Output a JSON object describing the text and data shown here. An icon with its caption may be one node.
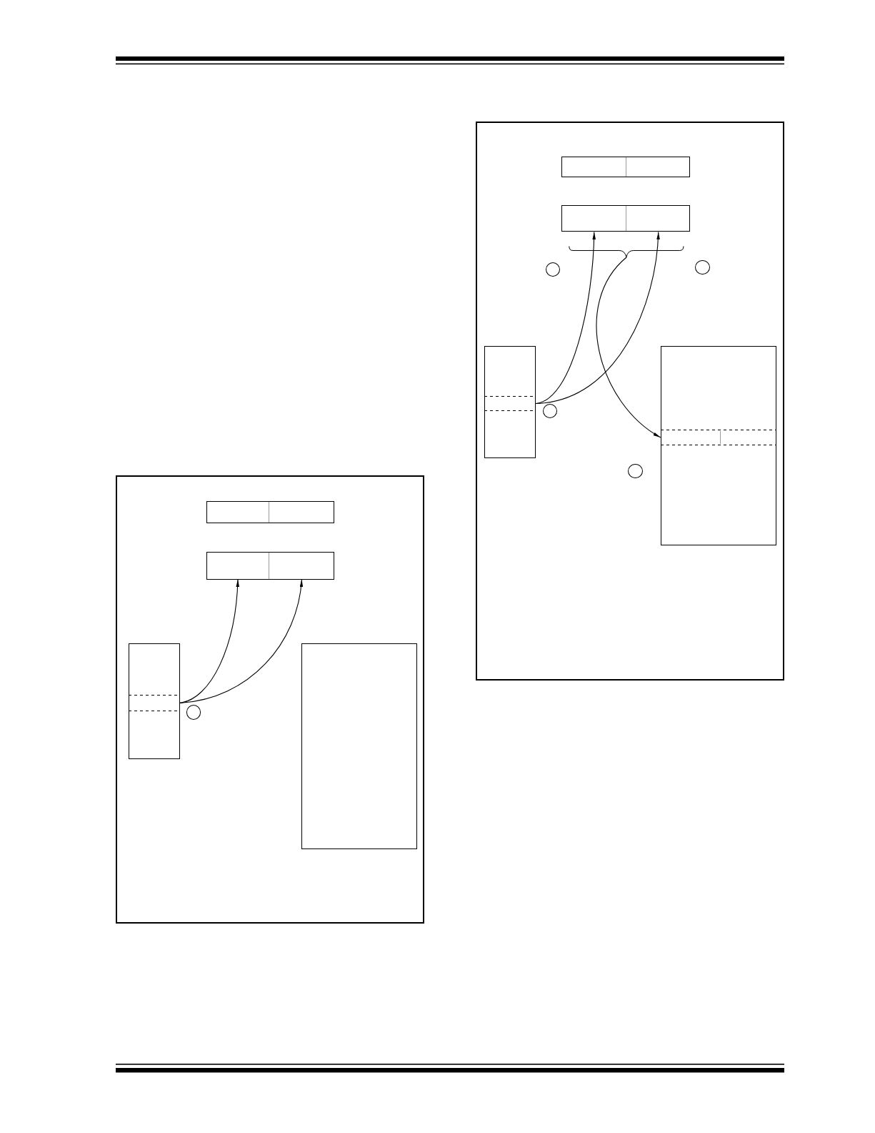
{
  "diagram": {
    "nodes": [
      {
        "text": [],
        "shape": "box"
      },
      {
        "text": [],
        "shape": "box",
        "in": 0
      },
      {
        "text": [],
        "shape": "box",
        "in": 0
      },
      {
        "text": [],
        "shape": "box",
        "in": 0
      },
      {
        "text": [],
        "shape": "box",
        "in": 0
      },
      {
        "text": [],
        "shape": "box",
        "in": 0
      },
      {
        "text": [],
        "shape": "band",
        "in": 5
      },
      {
        "text": [],
        "shape": "circle",
        "in": 0
      },
      {
        "text": [],
        "shape": "box",
        "in": 0
      },
      {
        "text": [],
        "shape": "box"
      },
      {
        "text": [],
        "shape": "box",
        "in": 9
      },
      {
        "text": [],
        "shape": "box",
        "in": 9
      },
      {
        "text": [],
        "shape": "box",
        "in": 9
      },
      {
        "text": [],
        "shape": "box",
        "in": 9
      },
      {
        "text": [],
        "shape": "brace",
        "in": 9
      },
      {
        "text": [],
        "shape": "circle",
        "in": 9
      },
      {
        "text": [],
        "shape": "circle",
        "in": 9
      },
      {
        "text": [],
        "shape": "box",
        "in": 9
      },
      {
        "text": [],
        "shape": "band",
        "in": 17
      },
      {
        "text": [],
        "shape": "circle",
        "in": 9
      },
      {
        "text": [],
        "shape": "circle",
        "in": 9
      },
      {
        "text": [],
        "shape": "box",
        "in": 9
      },
      {
        "text": [],
        "shape": "band",
        "in": 21
      }
    ],
    "edges": [
      {
        "from": 6,
        "to": 3,
        "arrow": "to"
      },
      {
        "from": 6,
        "to": 4,
        "arrow": "to"
      },
      {
        "from": 18,
        "to": 12,
        "arrow": "to"
      },
      {
        "from": 18,
        "to": 13,
        "arrow": "to"
      },
      {
        "from": 14,
        "to": 22,
        "arrow": "to"
      }
    ]
  }
}
